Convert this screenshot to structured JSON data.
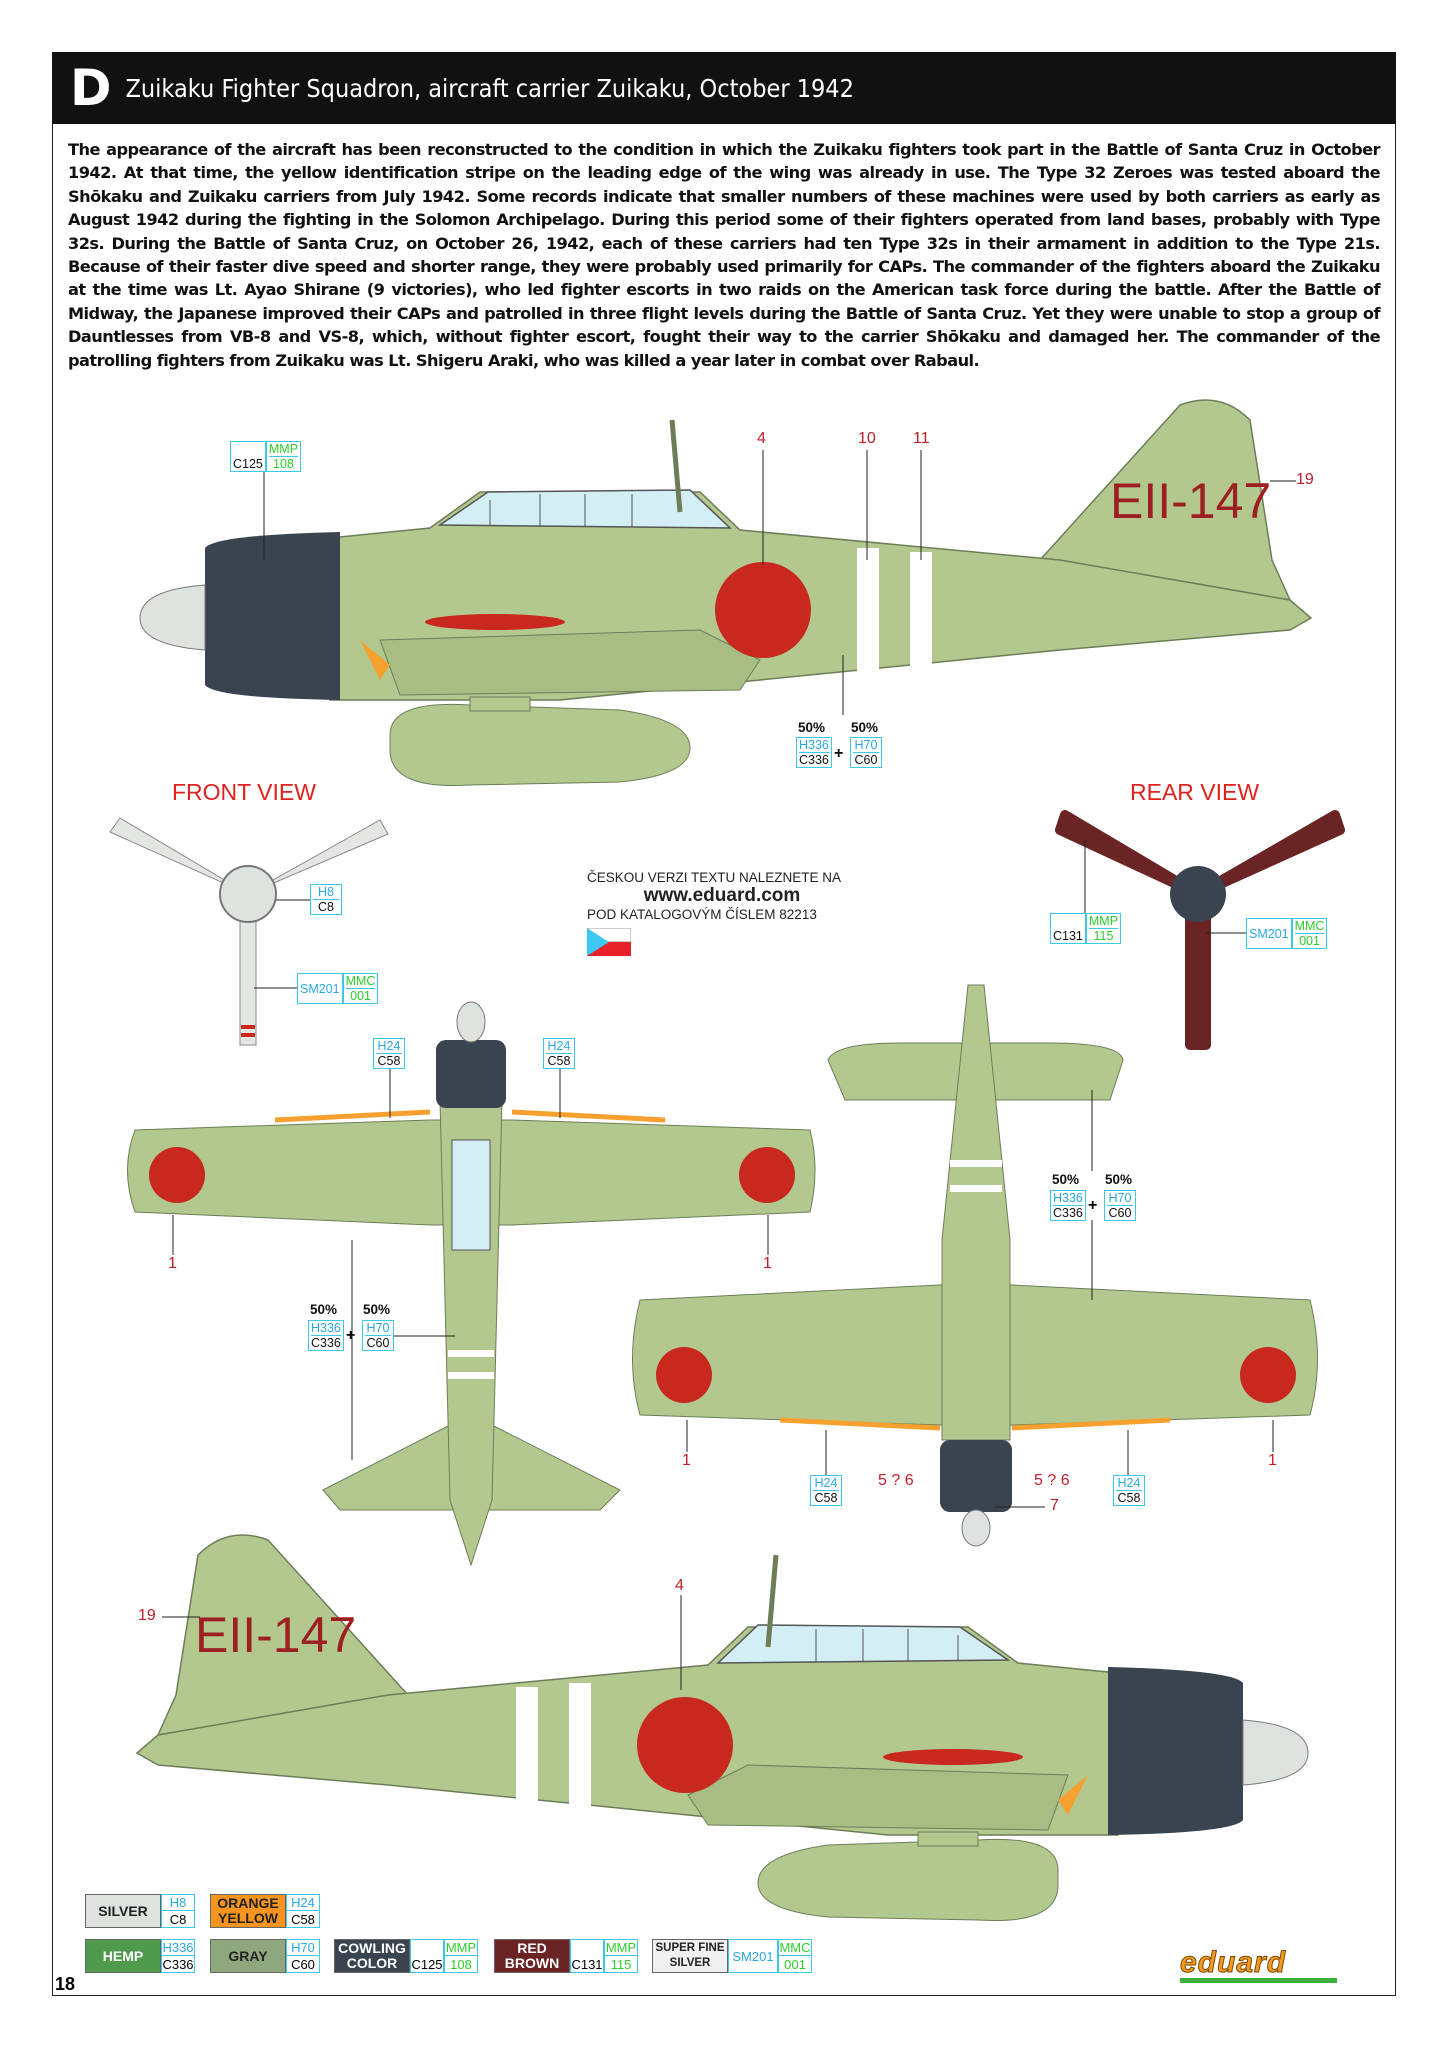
{
  "header": {
    "letter": "D",
    "title": "Zuikaku Fighter Squadron, aircraft carrier Zuikaku, October 1942"
  },
  "intro": "The appearance of the aircraft has been reconstructed to the condition in which the Zuikaku fighters took part in the Battle of Santa Cruz in October 1942. At that time, the yellow identification stripe on the leading edge of the wing was already in use. The Type 32 Zeroes was tested aboard the Shōkaku and Zuikaku carriers from July 1942. Some records indicate that smaller numbers of these machines were used by both carriers as early as August 1942 during the fighting in the Solomon Archipelago. During this period some of their fighters operated from land bases, probably with Type 32s. During the Battle of Santa Cruz, on October 26, 1942, each of these carriers had ten Type 32s in their armament in addition to the Type 21s. Because of their faster dive speed and shorter range, they were probably used primarily for CAPs. The commander of the fighters aboard the Zuikaku at the time was Lt. Ayao Shirane (9 victories), who led fighter escorts in two raids on the American task force during the battle. After the Battle of Midway, the Japanese improved their CAPs and patrolled in three flight levels during the Battle of Santa Cruz. Yet they were unable to stop a group of Dauntlesses from VB-8 and VS-8, which, without fighter escort, fought their way to the carrier Shōkaku and damaged her. The commander of the patrolling fighters from Zuikaku was Lt. Shigeru Araki, who was killed a year later in combat over Rabaul.",
  "aircraft_code": "EII-147",
  "markers": {
    "m1": "1",
    "m4": "4",
    "m7": "7",
    "m10": "10",
    "m11": "11",
    "m19": "19",
    "m56": "5 ? 6"
  },
  "views": {
    "front": "FRONT VIEW",
    "rear": "REAR VIEW"
  },
  "codes": {
    "mmp": "MMP",
    "c125": "C125",
    "n108": "108",
    "h8": "H8",
    "c8": "C8",
    "sm201": "SM201",
    "mmc": "MMC",
    "n001": "001",
    "c131": "C131",
    "n115": "115",
    "h24": "H24",
    "c58": "C58",
    "h336": "H336",
    "c336": "C336",
    "h70": "H70",
    "c60": "C60",
    "pct": "50%",
    "plus": "+"
  },
  "czech": {
    "line1": "ČESKOU VERZI TEXTU NALEZNETE NA",
    "url": "www.eduard.com",
    "line2": "POD KATALOGOVÝM ČÍSLEM 82213"
  },
  "legend": [
    {
      "name": "SILVER",
      "color": "#dfe3e0",
      "text_color": "#222",
      "top": "H8",
      "bottom": "C8"
    },
    {
      "name": "ORANGE YELLOW",
      "color": "#f6941f",
      "text_color": "#222",
      "top": "H24",
      "bottom": "C58"
    },
    {
      "name": "HEMP",
      "color": "#4f9a4c",
      "text_color": "#fff",
      "top": "H336",
      "bottom": "C336"
    },
    {
      "name": "GRAY",
      "color": "#8fa77d",
      "text_color": "#222",
      "top": "H70",
      "bottom": "C60"
    },
    {
      "name": "COWLING COLOR",
      "color": "#3a4450",
      "text_color": "#fff",
      "bottom": "C125",
      "mmp_top": "MMP",
      "mmp_bottom": "108"
    },
    {
      "name": "RED BROWN",
      "color": "#6a2424",
      "text_color": "#fff",
      "bottom": "C131",
      "mmp_top": "MMP",
      "mmp_bottom": "115"
    },
    {
      "name": "SUPER FINE SILVER",
      "color": "#f0f0f0",
      "text_color": "#222",
      "sm": "SM201",
      "mmc_top": "MMC",
      "mmc_bottom": "001"
    }
  ],
  "colors": {
    "airframe": "#b3c88f",
    "cowling": "#3a4450",
    "hinomaru": "#c8281e",
    "stripe": "#ffffff",
    "leading_edge": "#f6a030",
    "prop_brown": "#6a2424",
    "canopy": "#d4eef6"
  },
  "page_number": "18",
  "logo": "eduard"
}
